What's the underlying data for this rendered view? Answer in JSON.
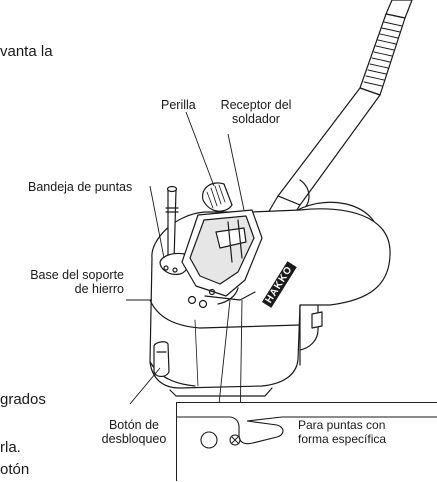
{
  "fragments": {
    "top": "vanta la",
    "grados": "grados",
    "rla": "rla.",
    "oton": "otón"
  },
  "labels": {
    "perilla": "Perilla",
    "receptor_line1": "Receptor del",
    "receptor_line2": "soldador",
    "bandeja": "Bandeja de puntas",
    "base_line1": "Base del soporte",
    "base_line2": "de hierro",
    "boton_line1": "Botón de",
    "boton_line2": "desbloqueo",
    "puntas_line1": "Para puntas con",
    "puntas_line2": "forma específica"
  },
  "brand": "HAKKO",
  "colors": {
    "line": "#1a1a1a",
    "fill": "#ffffff",
    "shade": "#e6e6e6"
  }
}
